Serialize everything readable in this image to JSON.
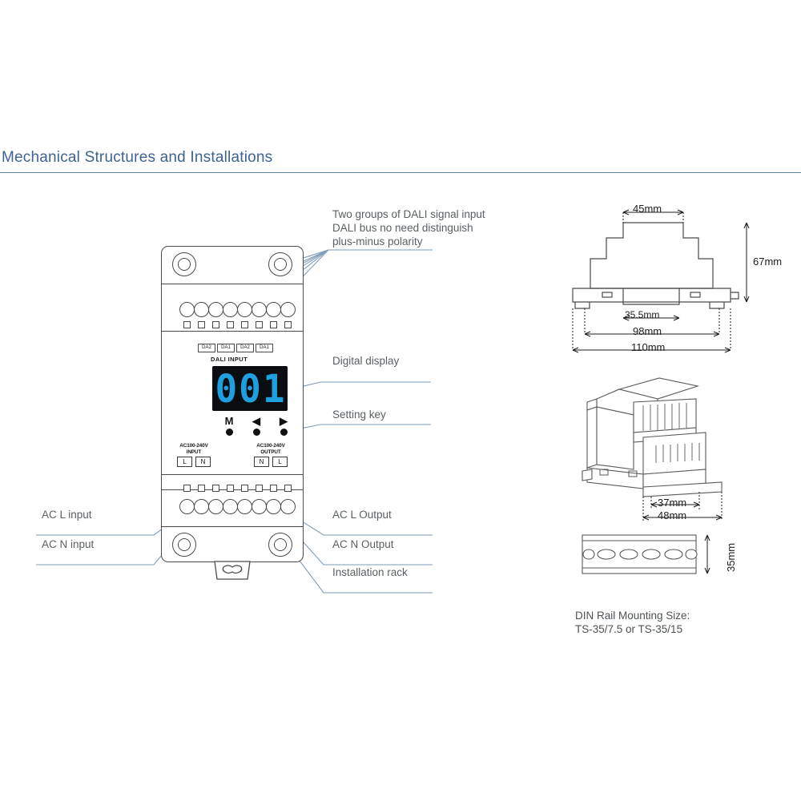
{
  "page": {
    "heading": "Mechanical Structures and Installations",
    "heading_color": "#3d6391",
    "rule_color": "#5b7fa6"
  },
  "device": {
    "display": {
      "value": "001",
      "segment_color": "#1e9fe0",
      "background_color": "#0b0d10"
    },
    "dali": {
      "pads": [
        "DA2",
        "DA1",
        "DA2",
        "DA1"
      ],
      "label": "DALI INPUT"
    },
    "power_input": {
      "line1": "AC100-240V",
      "line2": "INPUT",
      "pads": [
        "L",
        "N"
      ]
    },
    "power_output": {
      "line1": "AC100-240V",
      "line2": "OUTPUT",
      "pads": [
        "N",
        "L"
      ]
    },
    "keys": [
      {
        "glyph": "M",
        "name": "mode-key"
      },
      {
        "glyph": "◀",
        "name": "previous-key"
      },
      {
        "glyph": "▶",
        "name": "next-key"
      }
    ],
    "terminal_count_top": 8,
    "terminal_count_bottom": 8
  },
  "annotations": {
    "dali_input": "Two groups of DALI signal input\nDALI bus no need distinguish\nplus-minus polarity",
    "dali_input_line1": "Two groups of DALI signal input",
    "dali_input_line2": "DALI bus no need distinguish",
    "dali_input_line3": "plus-minus polarity",
    "digital_display": "Digital display",
    "setting_key": "Setting key",
    "ac_l_input": "AC L input",
    "ac_n_input": "AC N input",
    "ac_l_output": "AC L Output",
    "ac_n_output": "AC N Output",
    "installation_rack": "Installation rack"
  },
  "dimensions": {
    "front_width_top": "45mm",
    "front_height": "67mm",
    "front_inner_width": "35.5mm",
    "front_mid_width": "98mm",
    "front_total_width": "110mm",
    "side_depth_inner": "37mm",
    "side_depth_outer": "48mm",
    "rail_height": "35mm"
  },
  "rail": {
    "caption_line1": "DIN Rail Mounting Size:",
    "caption_line2": "TS-35/7.5 or TS-35/15"
  }
}
